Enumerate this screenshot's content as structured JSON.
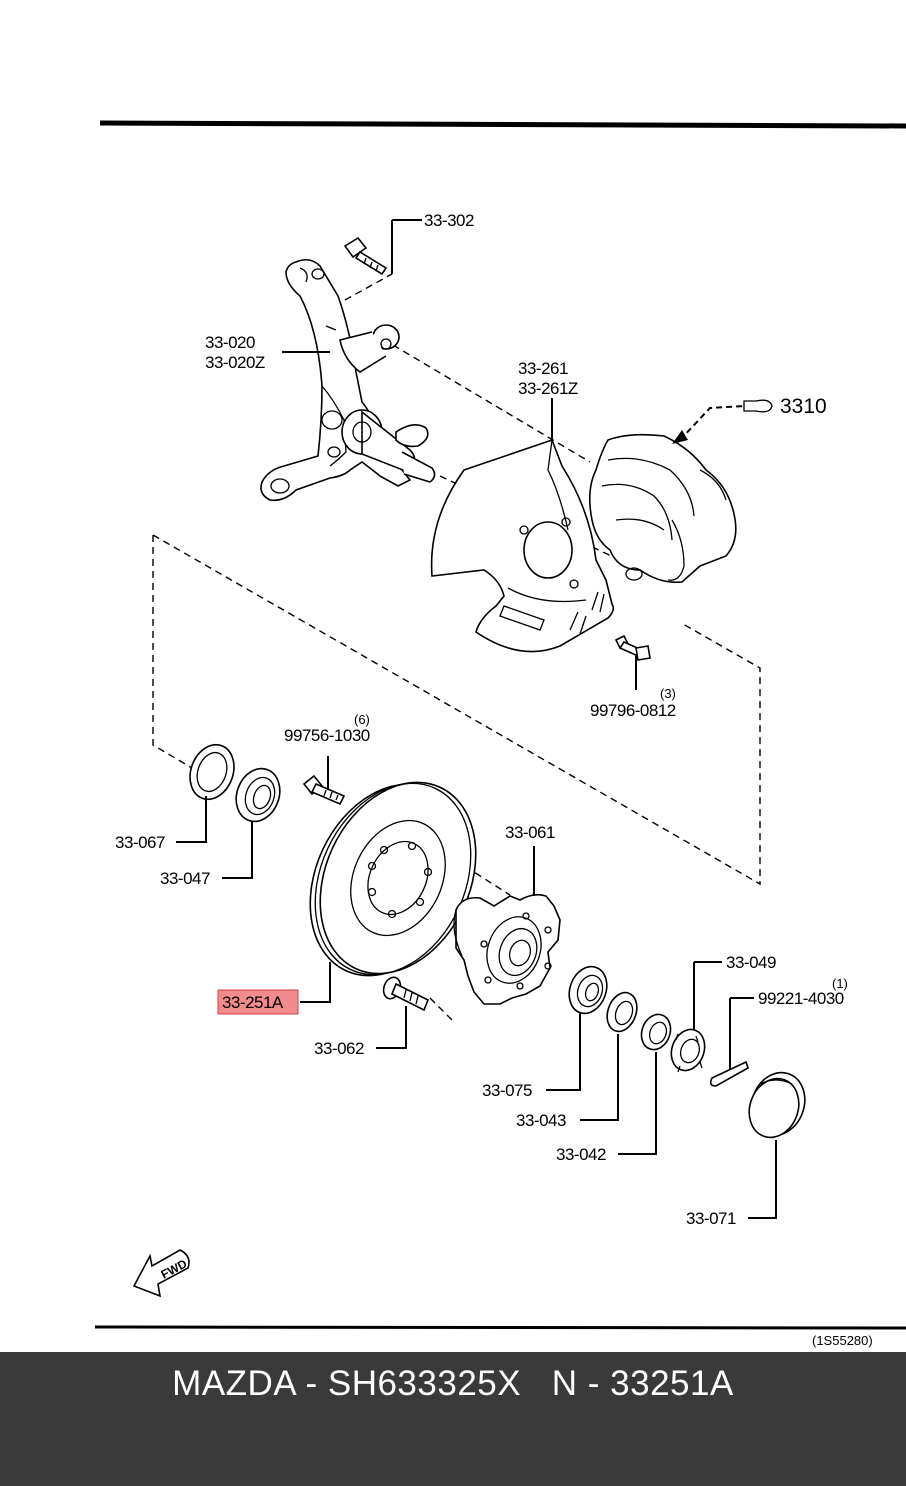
{
  "diagram": {
    "labels": {
      "p33302": "33-302",
      "p33020": "33-020",
      "p33020z": "33-020Z",
      "p33261": "33-261",
      "p33261z": "33-261Z",
      "p3310": "3310",
      "p99796": "99796-0812",
      "p99796_qty": "(3)",
      "p99756": "99756-1030",
      "p99756_qty": "(6)",
      "p33061": "33-061",
      "p33067": "33-067",
      "p33047": "33-047",
      "p33251a": "33-251A",
      "p33062": "33-062",
      "p33049": "33-049",
      "p99221": "99221-4030",
      "p99221_qty": "(1)",
      "p33075": "33-075",
      "p33043": "33-043",
      "p33042": "33-042",
      "p33071": "33-071",
      "fwd": "FWD",
      "ref": "(1S55280)"
    },
    "highlight_color": "#f28b8b",
    "highlight_border": "#d04040"
  },
  "footer": {
    "text": "MAZDA - SH633325X   N - 33251A",
    "background": "#3a3a3a",
    "color": "#ffffff"
  }
}
